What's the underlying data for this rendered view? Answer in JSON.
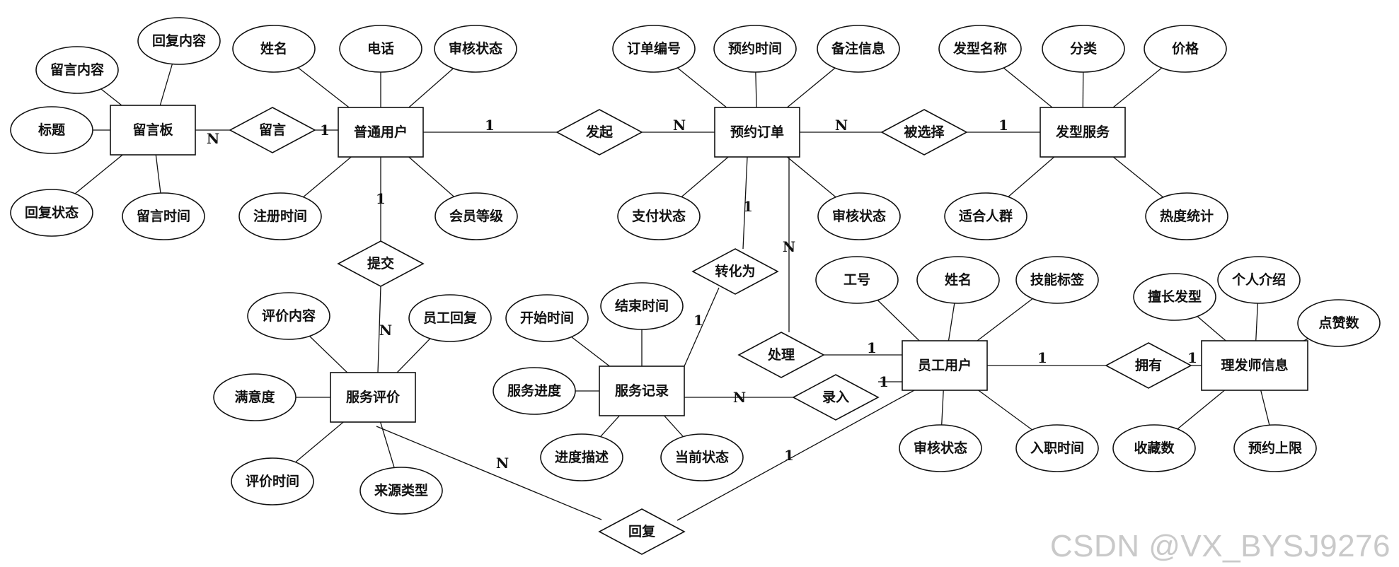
{
  "entities": [
    {
      "id": "message_board",
      "label": "留言板"
    },
    {
      "id": "normal_user",
      "label": "普通用户"
    },
    {
      "id": "appointment_order",
      "label": "预约订单"
    },
    {
      "id": "hair_service",
      "label": "发型服务"
    },
    {
      "id": "service_review",
      "label": "服务评价"
    },
    {
      "id": "service_record",
      "label": "服务记录"
    },
    {
      "id": "staff_user",
      "label": "员工用户"
    },
    {
      "id": "barber_info",
      "label": "理发师信息"
    }
  ],
  "relationships": [
    {
      "id": "leave_message",
      "label": "留言"
    },
    {
      "id": "initiate",
      "label": "发起"
    },
    {
      "id": "selected",
      "label": "被选择"
    },
    {
      "id": "submit",
      "label": "提交"
    },
    {
      "id": "convert",
      "label": "转化为"
    },
    {
      "id": "handle",
      "label": "处理"
    },
    {
      "id": "enter",
      "label": "录入"
    },
    {
      "id": "own",
      "label": "拥有"
    },
    {
      "id": "reply",
      "label": "回复"
    }
  ],
  "attributes": [
    {
      "id": "mb_reply_content",
      "label": "回复内容"
    },
    {
      "id": "mb_content",
      "label": "留言内容"
    },
    {
      "id": "mb_title",
      "label": "标题"
    },
    {
      "id": "mb_reply_status",
      "label": "回复状态"
    },
    {
      "id": "mb_time",
      "label": "留言时间"
    },
    {
      "id": "nu_name",
      "label": "姓名"
    },
    {
      "id": "nu_phone",
      "label": "电话"
    },
    {
      "id": "nu_audit",
      "label": "审核状态"
    },
    {
      "id": "nu_reg_time",
      "label": "注册时间"
    },
    {
      "id": "nu_level",
      "label": "会员等级"
    },
    {
      "id": "ao_no",
      "label": "订单编号"
    },
    {
      "id": "ao_time",
      "label": "预约时间"
    },
    {
      "id": "ao_note",
      "label": "备注信息"
    },
    {
      "id": "ao_pay",
      "label": "支付状态"
    },
    {
      "id": "ao_audit",
      "label": "审核状态"
    },
    {
      "id": "hs_name",
      "label": "发型名称"
    },
    {
      "id": "hs_category",
      "label": "分类"
    },
    {
      "id": "hs_price",
      "label": "价格"
    },
    {
      "id": "hs_people",
      "label": "适合人群"
    },
    {
      "id": "hs_hot",
      "label": "热度统计"
    },
    {
      "id": "sr_content",
      "label": "评价内容"
    },
    {
      "id": "sr_staff_reply",
      "label": "员工回复"
    },
    {
      "id": "sr_satisfaction",
      "label": "满意度"
    },
    {
      "id": "sr_time",
      "label": "评价时间"
    },
    {
      "id": "sr_source",
      "label": "来源类型"
    },
    {
      "id": "rec_start",
      "label": "开始时间"
    },
    {
      "id": "rec_end",
      "label": "结束时间"
    },
    {
      "id": "rec_progress",
      "label": "服务进度"
    },
    {
      "id": "rec_desc",
      "label": "进度描述"
    },
    {
      "id": "rec_status",
      "label": "当前状态"
    },
    {
      "id": "su_no",
      "label": "工号"
    },
    {
      "id": "su_name",
      "label": "姓名"
    },
    {
      "id": "su_skill",
      "label": "技能标签"
    },
    {
      "id": "su_audit",
      "label": "审核状态"
    },
    {
      "id": "su_join",
      "label": "入职时间"
    },
    {
      "id": "bi_specialty",
      "label": "擅长发型"
    },
    {
      "id": "bi_intro",
      "label": "个人介绍"
    },
    {
      "id": "bi_likes",
      "label": "点赞数"
    },
    {
      "id": "bi_fav",
      "label": "收藏数"
    },
    {
      "id": "bi_limit",
      "label": "预约上限"
    }
  ],
  "links": [
    {
      "from": "message_board",
      "rel": "leave_message",
      "to": "normal_user",
      "from_card": "N",
      "to_card": "1"
    },
    {
      "from": "normal_user",
      "rel": "initiate",
      "to": "appointment_order",
      "from_card": "1",
      "to_card": "N"
    },
    {
      "from": "appointment_order",
      "rel": "selected",
      "to": "hair_service",
      "from_card": "N",
      "to_card": "1"
    },
    {
      "from": "normal_user",
      "rel": "submit",
      "to": "service_review",
      "from_card": "1",
      "to_card": "N"
    },
    {
      "from": "appointment_order",
      "rel": "convert",
      "to": "service_record",
      "from_card": "1",
      "to_card": "1"
    },
    {
      "from": "appointment_order",
      "rel": "handle",
      "to": "staff_user",
      "from_card": "N",
      "to_card": "1"
    },
    {
      "from": "service_record",
      "rel": "enter",
      "to": "staff_user",
      "from_card": "N",
      "to_card": "1"
    },
    {
      "from": "staff_user",
      "rel": "own",
      "to": "barber_info",
      "from_card": "1",
      "to_card": "1"
    },
    {
      "from": "service_review",
      "rel": "reply",
      "to": "staff_user",
      "from_card": "N",
      "to_card": "1"
    }
  ],
  "watermark": "CSDN @VX_BYSJ9276"
}
